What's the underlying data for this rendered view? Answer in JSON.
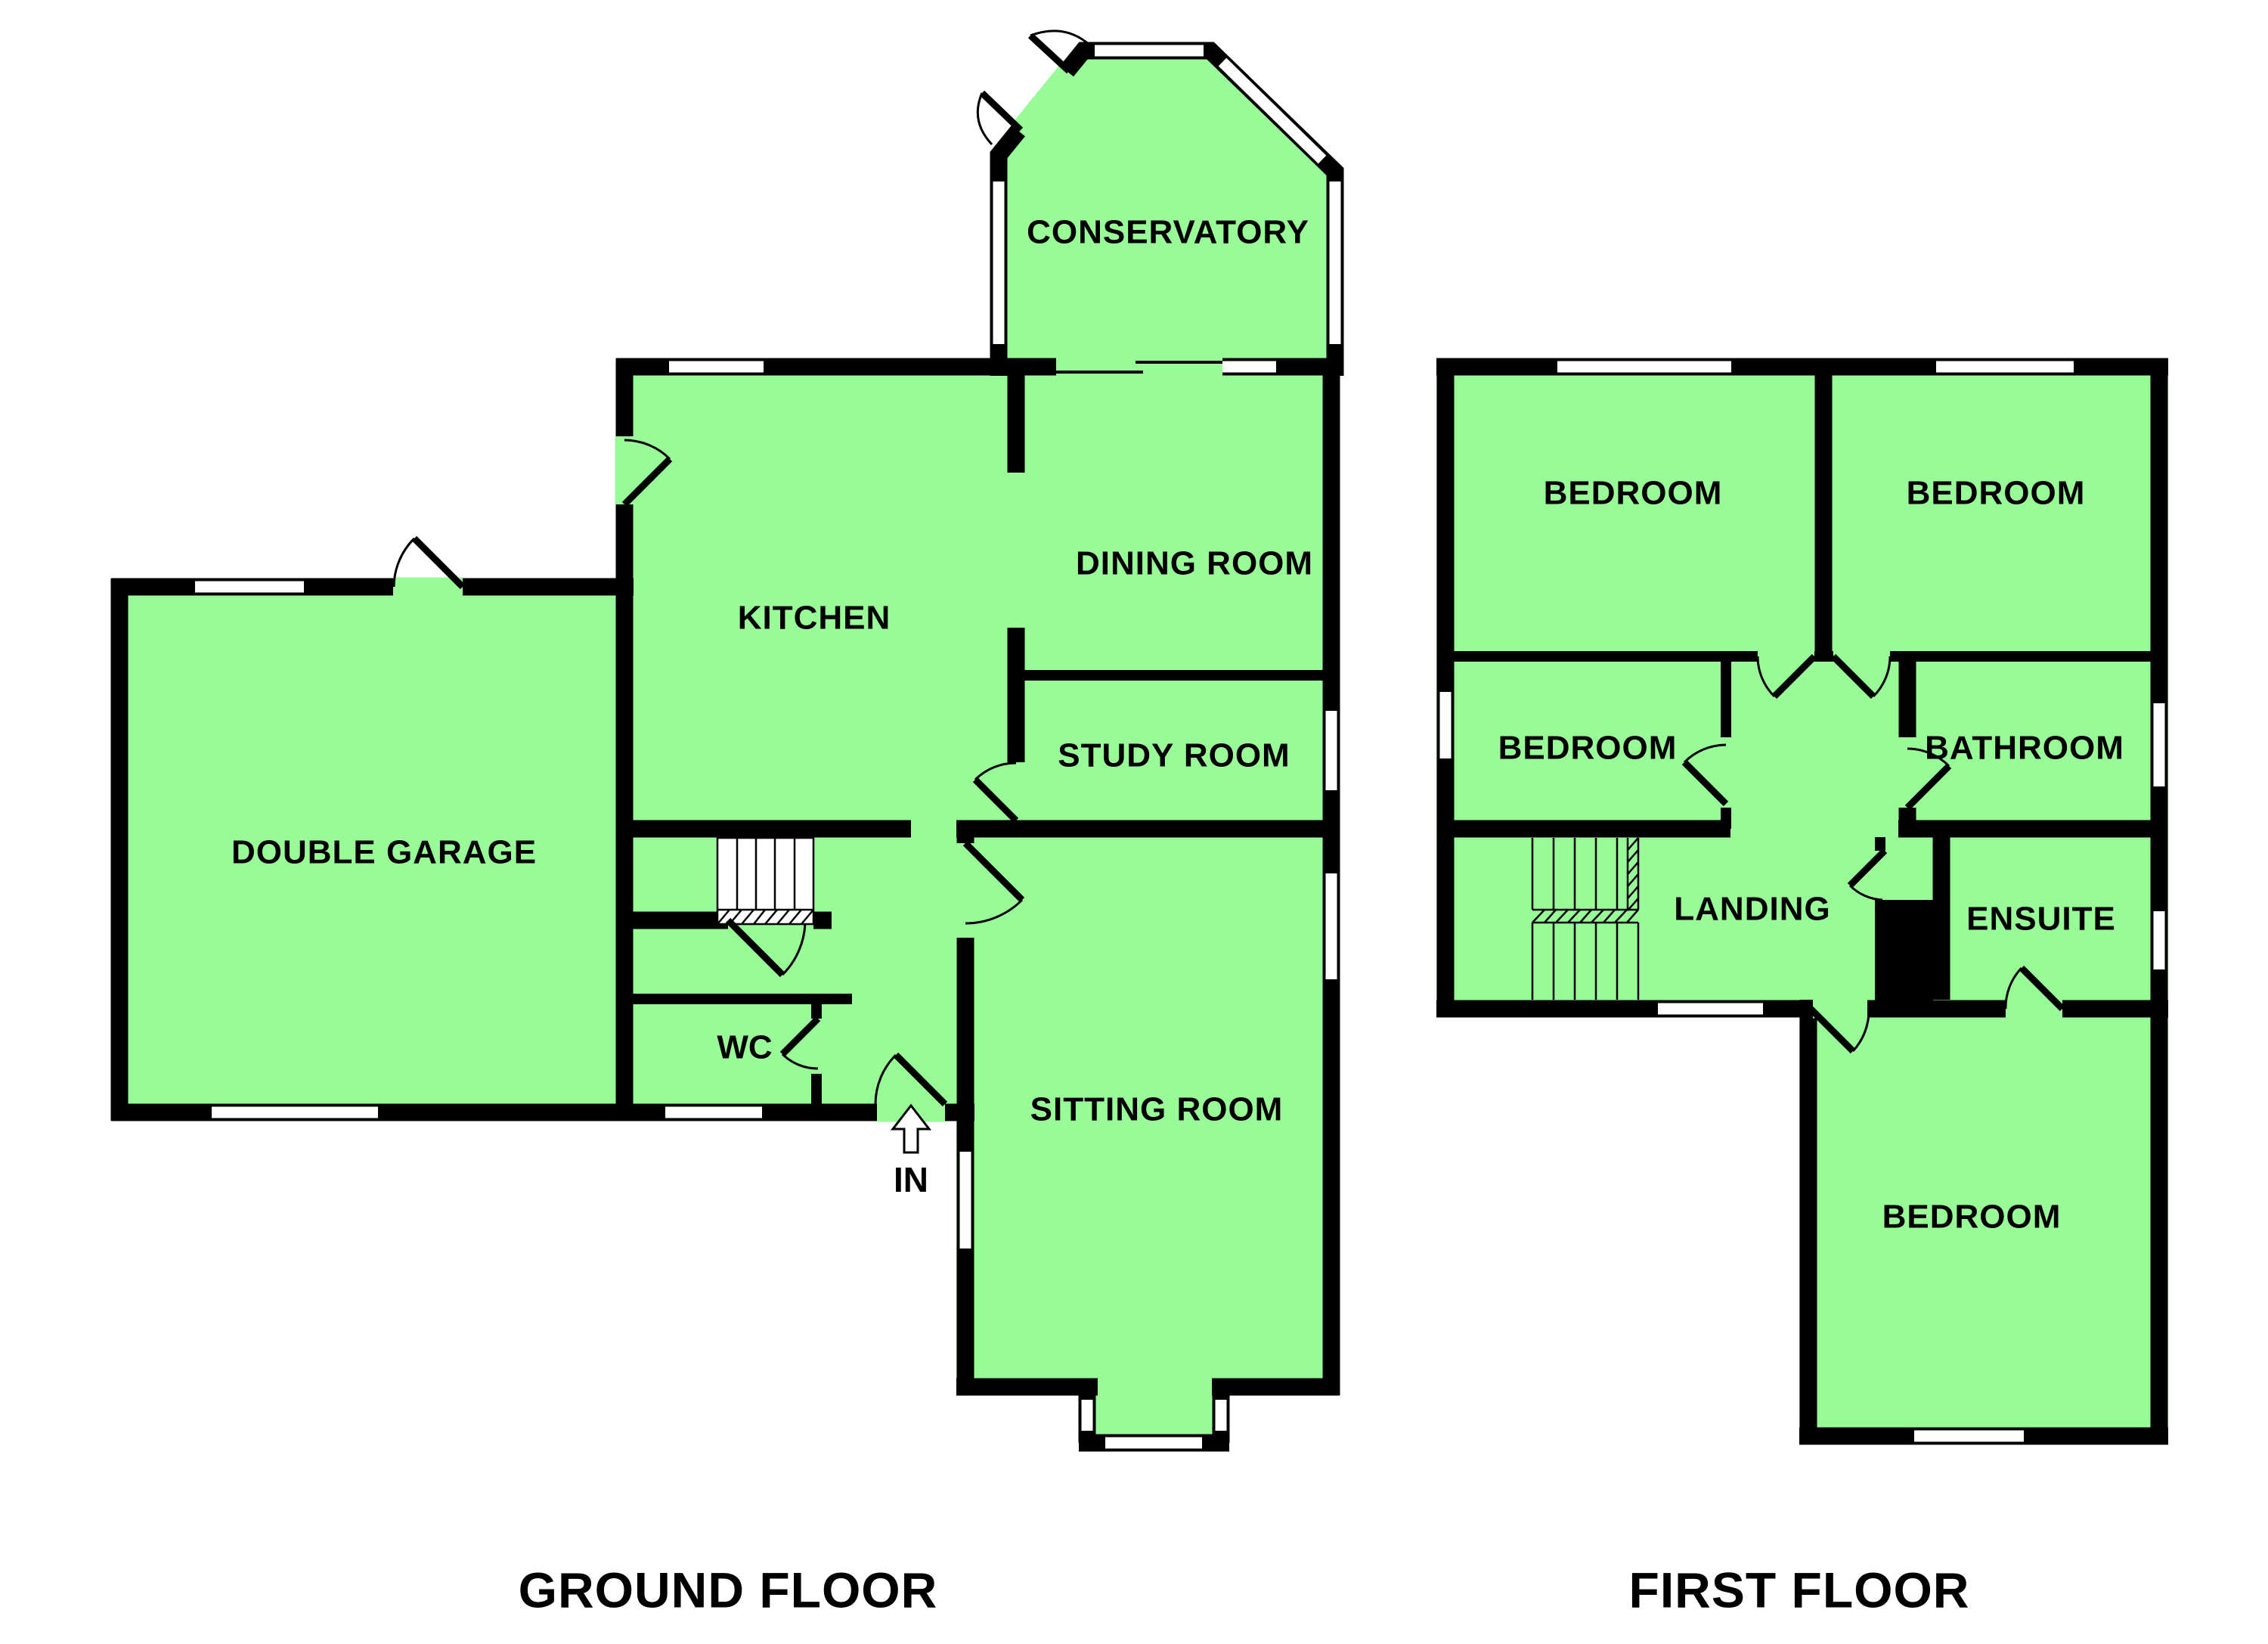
{
  "ground": {
    "title": "GROUND FLOOR",
    "rooms": {
      "conservatory": "CONSERVATORY",
      "dining": "DINING ROOM",
      "kitchen": "KITCHEN",
      "study": "STUDY ROOM",
      "garage": "DOUBLE GARAGE",
      "wc": "WC",
      "sitting": "SITTING ROOM"
    },
    "entrance": "IN"
  },
  "first": {
    "title": "FIRST FLOOR",
    "rooms": {
      "bedroom_front_left": "BEDROOM",
      "bedroom_front_right": "BEDROOM",
      "bedroom_side": "BEDROOM",
      "bathroom": "BATHROOM",
      "landing": "LANDING",
      "ensuite": "ENSUITE",
      "bedroom_master": "BEDROOM"
    }
  },
  "colors": {
    "floor": "#98FB98",
    "wall": "#000000",
    "background": "#FFFFFF"
  }
}
